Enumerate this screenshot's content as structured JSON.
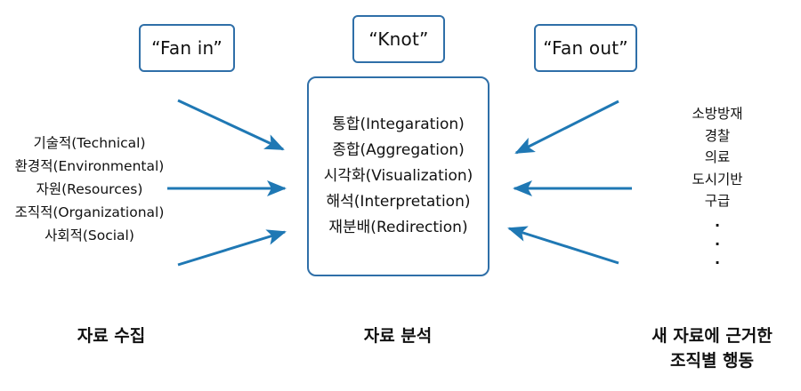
{
  "tags": {
    "fan_in": "“Fan in”",
    "knot": "“Knot”",
    "fan_out": "“Fan out”"
  },
  "center_items": [
    "통합(Integaration)",
    "종합(Aggregation)",
    "시각화(Visualization)",
    "해석(Interpretation)",
    "재분배(Redirection)"
  ],
  "left_items": [
    "기술적(Technical)",
    "환경적(Environmental)",
    "자원(Resources)",
    "조직적(Organizational)",
    "사회적(Social)"
  ],
  "right_items": [
    "소방방재",
    "경찰",
    "의료",
    "도시기반",
    "구급"
  ],
  "right_ellipsis": [
    ".",
    ".",
    "."
  ],
  "captions": {
    "left": "자료 수집",
    "center": "자료 분석",
    "right_line1": "새 자료에 근거한",
    "right_line2": "조직별 행동"
  },
  "colors": {
    "arrow": "#1f78b4",
    "box_border": "#2f6fa8"
  }
}
